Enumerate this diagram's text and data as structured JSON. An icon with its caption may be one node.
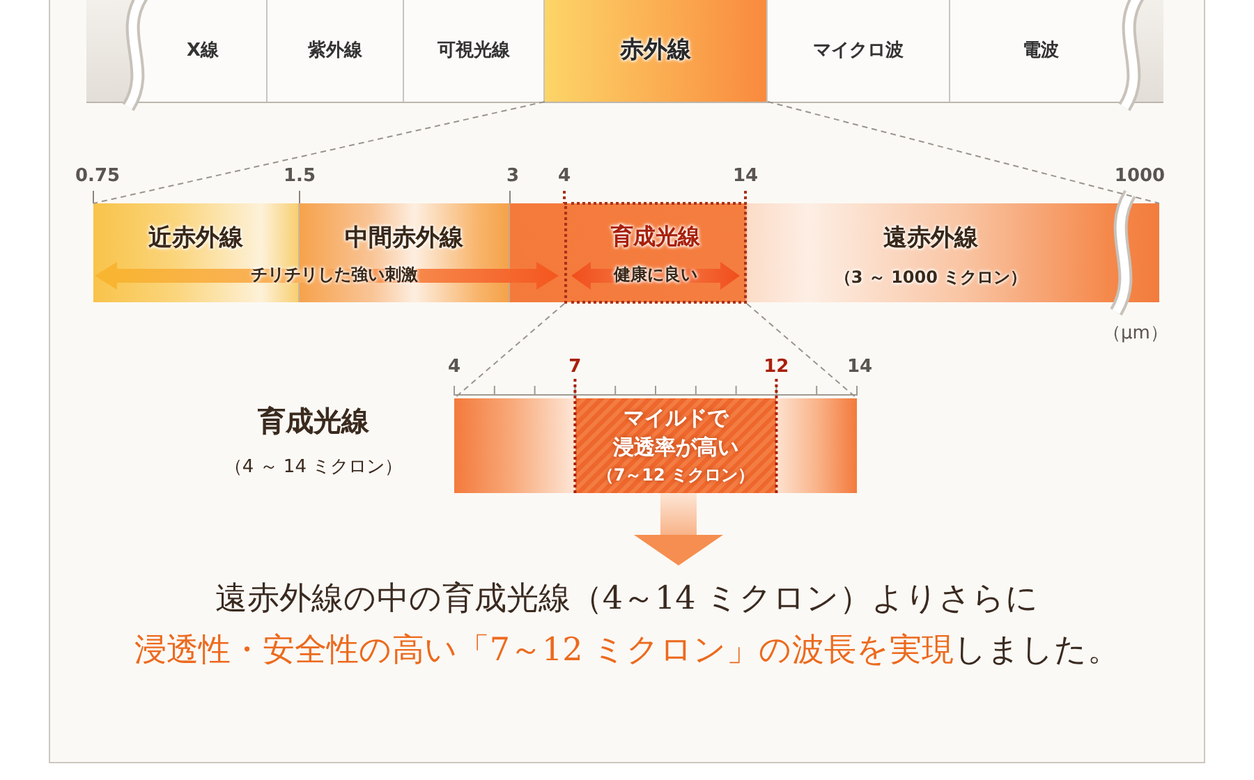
{
  "diagram": {
    "nodes": [
      {
        "text": [
          "X線"
        ]
      },
      {
        "text": [
          "紫外線"
        ]
      },
      {
        "text": [
          "可視光線"
        ]
      },
      {
        "text": [
          "赤外線"
        ]
      },
      {
        "text": [
          "マイクロ波"
        ]
      },
      {
        "text": [
          "電波"
        ]
      },
      {
        "text": [
          "近赤外線"
        ]
      },
      {
        "text": [
          "中間赤外線"
        ]
      },
      {
        "text": [
          "遠赤外線",
          "（3 ～ 1000 ミクロン）"
        ]
      },
      {
        "text": [
          "育成光線",
          "健康に良い"
        ],
        "in": 8
      },
      {
        "text": [],
        "shape": "bar",
        "beside": [
          "育成光線",
          "（4 ～ 14 ミクロン）"
        ]
      },
      {
        "text": [
          "マイルドで",
          "浸透率が高い",
          "（7～12 ミクロン）"
        ],
        "in": 10
      },
      {
        "text": [
          "遠赤外線の中の育成光線（4～14 ミクロン）よりさらに**浸透性・安全性の高い「7～12 ミクロン」の波長を実現**しました。"
        ]
      }
    ],
    "edges": [
      {
        "from": 3,
        "to": 6,
        "arrow": "none",
        "style": "dashed"
      },
      {
        "from": 3,
        "to": 8,
        "arrow": "none",
        "style": "dashed"
      },
      {
        "from": 9,
        "to": 10,
        "arrow": "none",
        "style": "dashed"
      },
      {
        "from": 9,
        "to": 10,
        "arrow": "none",
        "style": "dashed"
      },
      {
        "from": 10,
        "to": 12,
        "arrow": "to",
        "style": "thick",
        "color": "#f58e50"
      }
    ],
    "labels": [
      "0.75",
      "1.5",
      "3",
      "4",
      "14",
      "1000",
      "チリチリした強い刺激",
      "（μm）",
      "4",
      "7",
      "12",
      "14"
    ]
  }
}
